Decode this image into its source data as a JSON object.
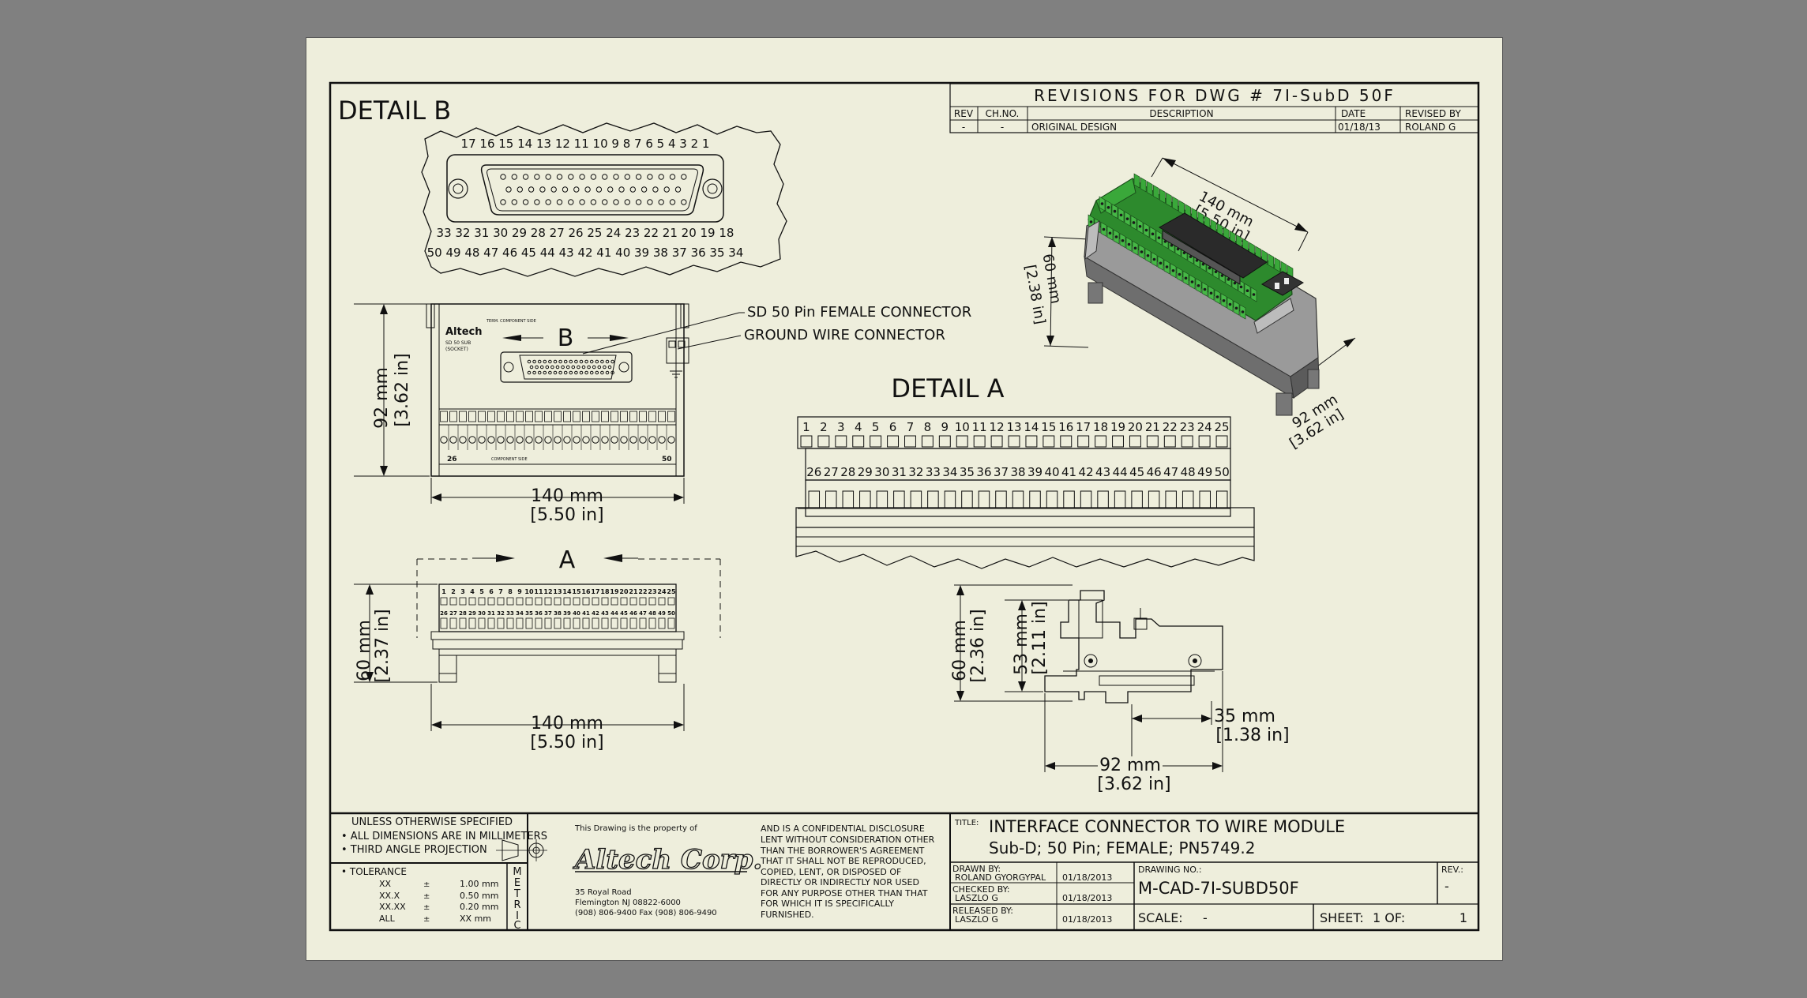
{
  "drawing": {
    "detail_b_title": "DETAIL  B",
    "detail_a_title": "DETAIL  A",
    "pins_top_row": "17 16 15 14 13 12 11 10 9 8 7 6 5 4 3 2 1",
    "pins_mid_row": "33 32 31 30 29 28 27 26 25 24 23 22 21 20 19 18",
    "pins_bot_row": "50 49 48 47 46 45 44 43 42 41 40 39 38 37 36 35 34",
    "callout_connector": "SD 50 Pin FEMALE CONNECTOR",
    "callout_ground": "GROUND WIRE CONNECTOR",
    "view_label_b": "B",
    "view_label_a": "A",
    "brand_small": "Altech",
    "dim_92mm": "92 mm",
    "dim_362in": "[3.62 in]",
    "dim_140mm": "140 mm",
    "dim_550in": "[5.50 in]",
    "dim_60mm": "60 mm",
    "dim_237in": "[2.37 in]",
    "dim_236in": "[2.36 in]",
    "dim_53mm": "53 mm",
    "dim_211in": "[2.11 in]",
    "dim_35mm": "35 mm",
    "dim_138in": "[1.38 in]",
    "dim_238in": "[2.38 in]",
    "term_row1": [
      "1",
      "2",
      "3",
      "4",
      "5",
      "6",
      "7",
      "8",
      "9",
      "10",
      "11",
      "12",
      "13",
      "14",
      "15",
      "16",
      "17",
      "18",
      "19",
      "20",
      "21",
      "22",
      "23",
      "24",
      "25"
    ],
    "term_row2": [
      "26",
      "27",
      "28",
      "29",
      "30",
      "31",
      "32",
      "33",
      "34",
      "35",
      "36",
      "37",
      "38",
      "39",
      "40",
      "41",
      "42",
      "43",
      "44",
      "45",
      "46",
      "47",
      "48",
      "49",
      "50"
    ]
  },
  "revisions": {
    "title": "REVISIONS FOR DWG # 7I-SubD 50F",
    "headers": [
      "REV",
      "CH.NO.",
      "DESCRIPTION",
      "DATE",
      "REVISED BY"
    ],
    "row": [
      "-",
      "-",
      "ORIGINAL DESIGN",
      "01/18/13",
      "ROLAND G"
    ]
  },
  "title_block": {
    "notes_heading": "UNLESS OTHERWISE SPECIFIED",
    "note1": "• ALL DIMENSIONS ARE IN MILLIMETERS",
    "note2": "• THIRD ANGLE PROJECTION",
    "tolerance_label": "• TOLERANCE",
    "tolerances": [
      {
        "k": "XX",
        "v": "1.00  mm"
      },
      {
        "k": "XX.X",
        "v": "0.50  mm"
      },
      {
        "k": "XX.XX",
        "v": "0.20  mm"
      },
      {
        "k": "ALL",
        "v": "XX mm"
      }
    ],
    "metric": [
      "M",
      "E",
      "T",
      "R",
      "I",
      "C"
    ],
    "property_note": "This Drawing is the property of",
    "company": "Altech Corp.",
    "address1": "35 Royal Road",
    "address2": "Flemington NJ 08822-6000",
    "address3": "(908) 806-9400  Fax (908) 806-9490",
    "confidential": [
      "AND IS A CONFIDENTIAL DISCLOSURE",
      "LENT WITHOUT CONSIDERATION OTHER",
      "THAN THE BORROWER'S AGREEMENT",
      "THAT IT SHALL NOT BE REPRODUCED,",
      "COPIED, LENT, OR DISPOSED OF",
      "DIRECTLY OR INDIRECTLY NOR USED",
      "FOR ANY PURPOSE OTHER THAN THAT",
      "FOR WHICH IT IS SPECIFICALLY",
      "FURNISHED."
    ],
    "title_label": "TITLE:",
    "title_line1": "INTERFACE CONNECTOR TO WIRE MODULE",
    "title_line2": "Sub-D; 50 Pin; FEMALE; PN5749.2",
    "drawn_by_label": "DRAWN BY:",
    "drawn_by": "ROLAND GYORGYPAL",
    "drawn_date": "01/18/2013",
    "checked_by_label": "CHECKED BY:",
    "checked_by": "LASZLO G",
    "checked_date": "01/18/2013",
    "released_by_label": "RELEASED BY:",
    "released_by": "LASZLO G",
    "released_date": "01/18/2013",
    "drawing_no_label": "DRAWING NO.:",
    "drawing_no": "M-CAD-7I-SUBD50F",
    "rev_label": "REV.:",
    "rev": "-",
    "scale_label": "SCALE:",
    "scale": "-",
    "sheet_label": "SHEET:",
    "sheet": "1 OF:",
    "sheet_total": "1"
  }
}
